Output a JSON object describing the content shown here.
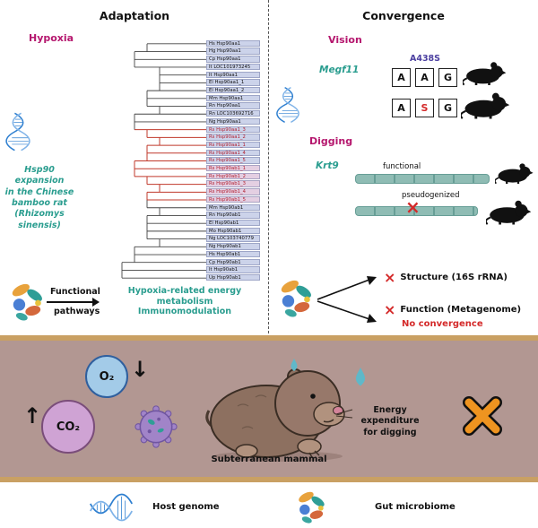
{
  "titles": {
    "adaptation": "Adaptation",
    "convergence": "Convergence"
  },
  "adaptation": {
    "hypoxia_label": "Hypoxia",
    "expansion_lines": [
      "Hsp90 expansion",
      "in the Chinese",
      "bamboo rat",
      "(Rhizomys sinensis)"
    ],
    "functional_label": "Functional",
    "pathways_label": "pathways",
    "outcome_line1": "Hypoxia-related energy metabolism",
    "outcome_line2": "Immunomodulation",
    "tree": {
      "taxa": [
        {
          "label": "Hs Hsp90aa1",
          "hl": ""
        },
        {
          "label": "Hg Hsp90aa1",
          "hl": ""
        },
        {
          "label": "Cp Hsp90aa1",
          "hl": ""
        },
        {
          "label": "It LOC101973245",
          "hl": ""
        },
        {
          "label": "It Hsp90aa1",
          "hl": ""
        },
        {
          "label": "El Hsp90aa1_1",
          "hl": ""
        },
        {
          "label": "El Hsp90aa1_2",
          "hl": ""
        },
        {
          "label": "Mm Hsp90aa1",
          "hl": ""
        },
        {
          "label": "Rn Hsp90aa1",
          "hl": ""
        },
        {
          "label": "Rn LOC103692716",
          "hl": ""
        },
        {
          "label": "Ng Hsp90aa1",
          "hl": ""
        },
        {
          "label": "Rs Hsp90aa1_3",
          "hl": "aa"
        },
        {
          "label": "Rs Hsp90aa1_2",
          "hl": "aa"
        },
        {
          "label": "Rs Hsp90aa1_1",
          "hl": "aa"
        },
        {
          "label": "Rs Hsp90aa1_4",
          "hl": "aa"
        },
        {
          "label": "Rs Hsp90aa1_5",
          "hl": "aa"
        },
        {
          "label": "Rs Hsp90ab1_1",
          "hl": "ab"
        },
        {
          "label": "Rs Hsp90ab1_2",
          "hl": "ab"
        },
        {
          "label": "Rs Hsp90ab1_3",
          "hl": "ab"
        },
        {
          "label": "Rs Hsp90ab1_4",
          "hl": "ab"
        },
        {
          "label": "Rs Hsp90ab1_5",
          "hl": "ab"
        },
        {
          "label": "Mm Hsp90ab1",
          "hl": ""
        },
        {
          "label": "Rn Hsp90ab1",
          "hl": ""
        },
        {
          "label": "El Hsp90ab1",
          "hl": ""
        },
        {
          "label": "Mo Hsp90ab1",
          "hl": ""
        },
        {
          "label": "Ng LOC103740779",
          "hl": ""
        },
        {
          "label": "Ng Hsp90ab1",
          "hl": ""
        },
        {
          "label": "Hs Hsp90ab1",
          "hl": ""
        },
        {
          "label": "Cp Hsp90ab1",
          "hl": ""
        },
        {
          "label": "It Hsp90ab1",
          "hl": ""
        },
        {
          "label": "Up Hsp90ab1",
          "hl": ""
        }
      ],
      "depths": [
        5,
        5,
        4,
        6,
        6,
        6,
        6,
        5,
        6,
        6,
        4,
        5,
        6,
        6,
        5,
        5,
        4,
        5,
        6,
        6,
        5,
        6,
        6,
        5,
        5,
        6,
        6,
        4,
        4,
        3,
        3
      ]
    }
  },
  "convergence": {
    "vision_label": "Vision",
    "gene_vision": "Megf11",
    "mutation_label": "A438S",
    "codon_rows": [
      [
        {
          "t": "A",
          "m": false
        },
        {
          "t": "A",
          "m": false
        },
        {
          "t": "G",
          "m": false
        }
      ],
      [
        {
          "t": "A",
          "m": false
        },
        {
          "t": "S",
          "m": true
        },
        {
          "t": "G",
          "m": false
        }
      ]
    ],
    "digging_label": "Digging",
    "gene_digging": "Krt9",
    "functional_label": "functional",
    "pseudogenized_label": "pseudogenized",
    "cross_mark": "×",
    "structure_label": "Structure (16S rRNA)",
    "function_label": "Function (Metagenome)",
    "no_convergence_label": "No convergence"
  },
  "middle": {
    "o2": "O₂",
    "co2": "CO₂",
    "o2_arrow": "↓",
    "co2_arrow": "↑",
    "energy_line1": "Energy expenditure",
    "energy_line2": "for digging",
    "subterranean_label": "Subterranean mammal"
  },
  "legend": {
    "host_genome": "Host genome",
    "gut_microbiome": "Gut microbiome"
  },
  "colors": {
    "magenta": "#b5176e",
    "teal": "#2a9d8f",
    "red": "#d42a2a",
    "purple": "#4b3fa0",
    "tan": "#c9a063",
    "panel_mauve": "#b29792",
    "tree_highlight": "#b22232",
    "dna_blue": "#2e7fd0",
    "gene_bar_teal": "#8fbcb4"
  }
}
